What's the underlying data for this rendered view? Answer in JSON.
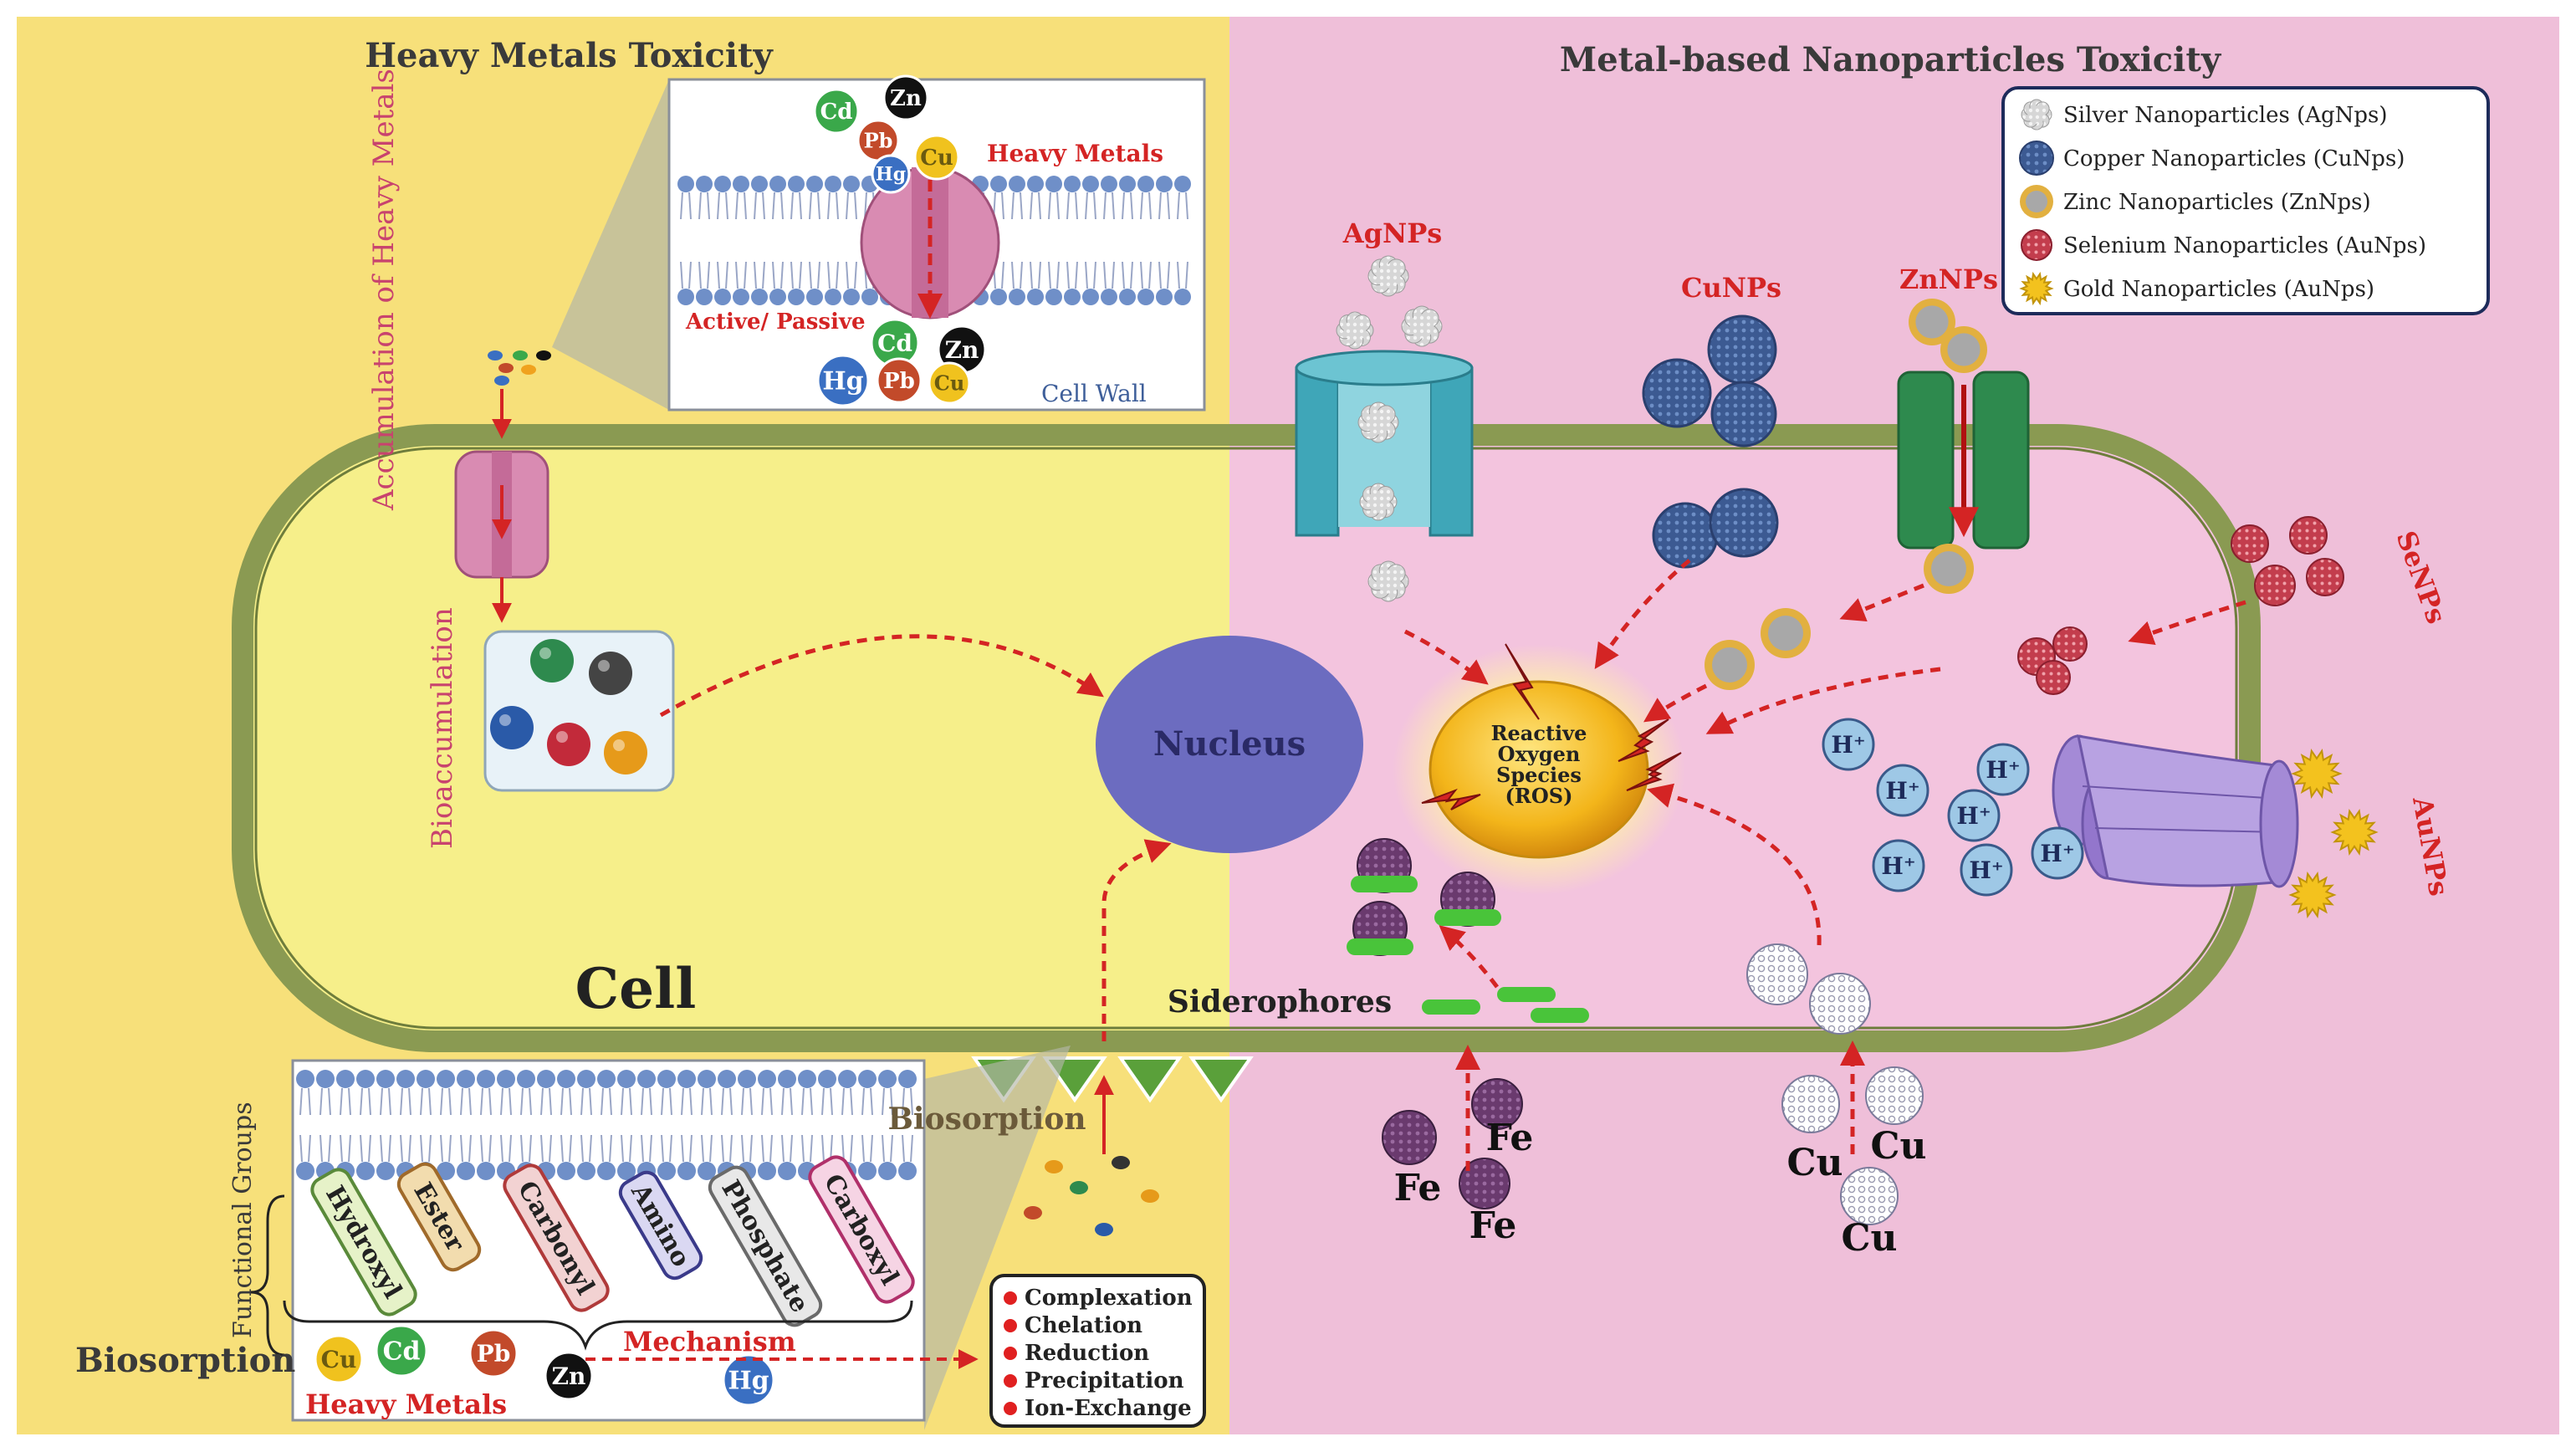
{
  "left_title": "Heavy Metals Toxicity",
  "right_title": "Metal-based Nanoparticles  Toxicity",
  "cell_label": "Cell",
  "nucleus_label": "Nucleus",
  "ros_label": [
    "Reactive",
    "Oxygen",
    "Species",
    "(ROS)"
  ],
  "membrane_inset": {
    "heavy_metals_label": "Heavy Metals",
    "transport_label": "Active/ Passive",
    "cell_wall_label": "Cell Wall",
    "top_ions": [
      "Cd",
      "Zn",
      "Pb",
      "Hg",
      "Cu"
    ],
    "bottom_ions": [
      "Cd",
      "Zn",
      "Hg",
      "Pb",
      "Cu"
    ]
  },
  "accumulation_label": "Accumulation of Heavy Metals",
  "bioaccumulation_label": "Bioaccumulation",
  "biosorption_label": "Biosorption",
  "biosorption_left_label": "Biosorption",
  "functional_groups_label": "Functional Groups",
  "functional_groups": [
    "Hydroxyl",
    "Ester",
    "Carbonyl",
    "Amino",
    "Phosphate",
    "Carboxyl"
  ],
  "mechanism_label": "Mechanism",
  "heavy_metals_bottom_label": "Heavy Metals",
  "bottom_ions": [
    "Cu",
    "Cd",
    "Pb",
    "Zn",
    "Hg"
  ],
  "mechanisms": [
    "Complexation",
    "Chelation",
    "Reduction",
    "Precipitation",
    "Ion-Exchange"
  ],
  "legend": [
    {
      "label": "Silver Nanoparticles (AgNps)",
      "color": "#c9c9c9"
    },
    {
      "label": "Copper Nanoparticles (CuNps)",
      "color": "#3f5f9a"
    },
    {
      "label": "Zinc Nanoparticles (ZnNps)",
      "color": "#c69a3b"
    },
    {
      "label": "Selenium Nanoparticles (AuNps)",
      "color": "#c0424f"
    },
    {
      "label": "Gold Nanoparticles (AuNps)",
      "color": "#f1c22b"
    }
  ],
  "np_labels": {
    "ag": "AgNPs",
    "cu": "CuNPs",
    "zn": "ZnNPs",
    "se": "SeNPs",
    "au": "AuNPs"
  },
  "proton_label": "H⁺",
  "siderophores_label": "Siderophores",
  "fe_label": "Fe",
  "cu_label": "Cu",
  "colors": {
    "left_bg": "#f7e07a",
    "right_bg": "#efbfd9",
    "cell_fill_left": "#f6ef8a",
    "cell_fill_right": "#f3c4de",
    "cell_wall": "#8a9a52",
    "nucleus": "#6c6cc0",
    "arrow_red": "#d42424",
    "title": "#3a3a3a"
  }
}
